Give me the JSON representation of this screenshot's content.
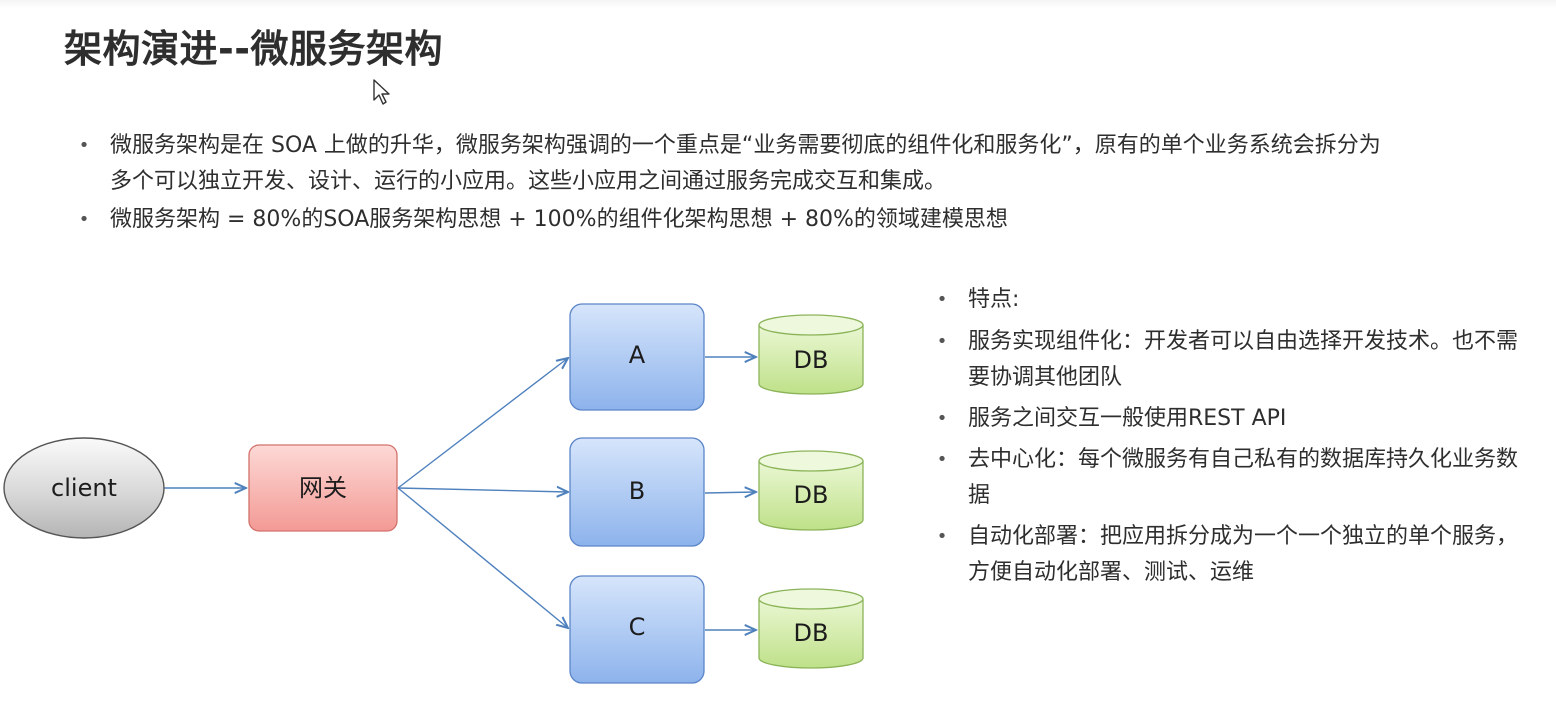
{
  "title": "架构演进--微服务架构",
  "intro_bullets": [
    "微服务架构是在 SOA 上做的升华，微服务架构强调的一个重点是“业务需要彻底的组件化和服务化”，原有的单个业务系统会拆分为多个可以独立开发、设计、运行的小应用。这些小应用之间通过服务完成交互和集成。",
    "微服务架构 = 80%的SOA服务架构思想 + 100%的组件化架构思想 + 80%的领域建模思想"
  ],
  "features": {
    "heading": "特点:",
    "items": [
      "服务实现组件化：开发者可以自由选择开发技术。也不需要协调其他团队",
      "服务之间交互一般使用REST API",
      "去中心化：每个微服务有自己私有的数据库持久化业务数据",
      "自动化部署：把应用拆分成为一个一个独立的单个服务，方便自动化部署、测试、运维"
    ]
  },
  "diagram": {
    "client": "client",
    "gateway": "网关",
    "services": [
      "A",
      "B",
      "C"
    ],
    "database_label": "DB"
  },
  "colors": {
    "client_fill": "#d2d2d2",
    "gateway_fill": "#f6b0ac",
    "service_fill": "#a9c6f2",
    "db_fill": "#cfeaa0",
    "arrow": "#4f81bd"
  }
}
